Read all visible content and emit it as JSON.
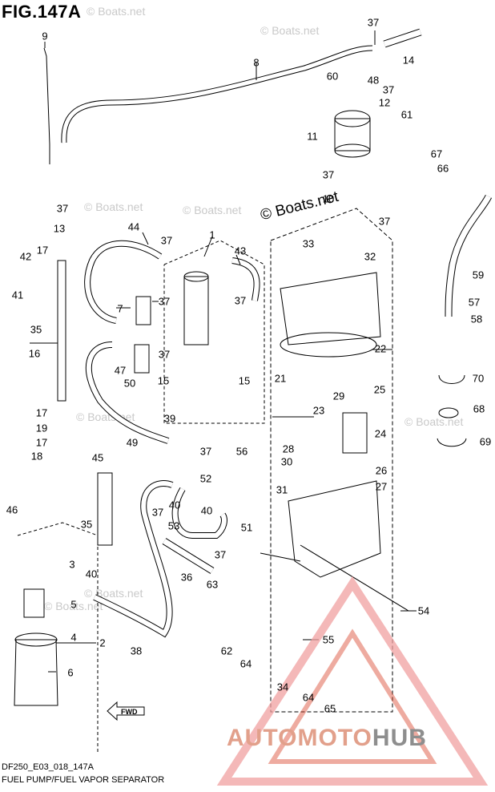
{
  "figure": {
    "title": "FIG.147A",
    "code": "DF250_E03_018_147A",
    "caption": "FUEL PUMP/FUEL VAPOR SEPARATOR"
  },
  "watermark": {
    "small": "© Boats.net",
    "large": "© Boats.net"
  },
  "logo": {
    "part1": "AUTOMOTO",
    "part2": "HUB",
    "accent_color": "#d9452c",
    "text_color": "#8e8e8e"
  },
  "fwd_label": "FWD",
  "callouts": [
    "9",
    "8",
    "37",
    "14",
    "48",
    "37",
    "60",
    "12",
    "61",
    "11",
    "67",
    "66",
    "37",
    "10",
    "37",
    "37",
    "13",
    "17",
    "42",
    "41",
    "35",
    "16",
    "44",
    "37",
    "1",
    "43",
    "37",
    "7",
    "37",
    "47",
    "37",
    "15",
    "15",
    "50",
    "32",
    "33",
    "22",
    "59",
    "57",
    "58",
    "70",
    "21",
    "25",
    "29",
    "23",
    "24",
    "68",
    "69",
    "17",
    "19",
    "17",
    "18",
    "39",
    "49",
    "28",
    "30",
    "31",
    "26",
    "27",
    "37",
    "56",
    "52",
    "40",
    "37",
    "40",
    "51",
    "45",
    "35",
    "46",
    "3",
    "53",
    "37",
    "36",
    "63",
    "40",
    "5",
    "4",
    "2",
    "6",
    "38",
    "62",
    "64",
    "55",
    "54",
    "34",
    "64",
    "65"
  ]
}
